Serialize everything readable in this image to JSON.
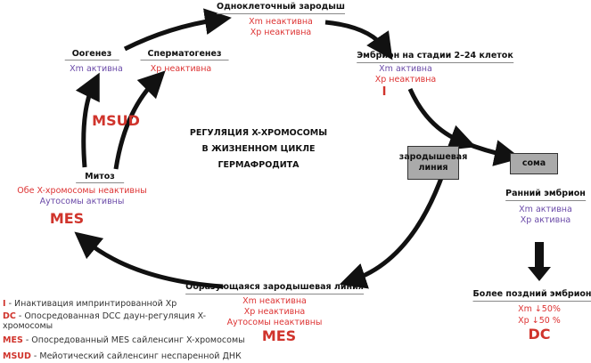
{
  "title": [
    "РЕГУЛЯЦИЯ X-ХРОМОСОМЫ",
    "В ЖИЗНЕННОМ ЦИКЛЕ",
    "ГЕРМАФРОДИТА"
  ],
  "zygote": {
    "label": "Одноклеточный зародыш",
    "lines": [
      "Xm неактивна",
      "Xp неактивна"
    ]
  },
  "embryo224": {
    "label": "Эмбрион на стадии 2–24 клеток",
    "lines": [
      "Xm активна",
      "Xp неактивна"
    ],
    "mark": "I"
  },
  "oogenesis": {
    "label": "Оогенез",
    "line": "Xm активна"
  },
  "spermatogenesis": {
    "label": "Сперматогенез",
    "line": "Xp неактивна"
  },
  "msud": "MSUD",
  "mitosis": {
    "label": "Митоз",
    "lines": [
      "Обе X-хромосомы неактивны",
      "Аутосомы активны"
    ],
    "mark": "MES"
  },
  "germline_box": "зародышевая линия",
  "soma_box": "сома",
  "early": {
    "label": "Ранний эмбрион",
    "lines": [
      "Xm активна",
      "Xp активна"
    ]
  },
  "late": {
    "label": "Более поздний эмбрион",
    "lines": [
      "Xm ↓50%",
      "Xp ↓50 %"
    ],
    "mark": "DC"
  },
  "forming": {
    "label": "Образующаяся зародышевая линия",
    "lines": [
      "Xm неактивна",
      "Xp неактивна",
      "Аутосомы неактивны"
    ],
    "mark": "MES"
  },
  "legend": [
    {
      "key": "I",
      "text": "Инактивация импринтированной Xp"
    },
    {
      "key": "DC",
      "text": "Опосредованная DCC даун-регуляция X-хромосомы"
    },
    {
      "key": "MES",
      "text": "Опосредованный MES сайленсинг X-хромосомы"
    },
    {
      "key": "MSUD",
      "text": "Мейотический сайленсинг неспаренной ДНК"
    }
  ],
  "colors": {
    "red": "#d0342c",
    "purple": "#6a4aa8"
  }
}
